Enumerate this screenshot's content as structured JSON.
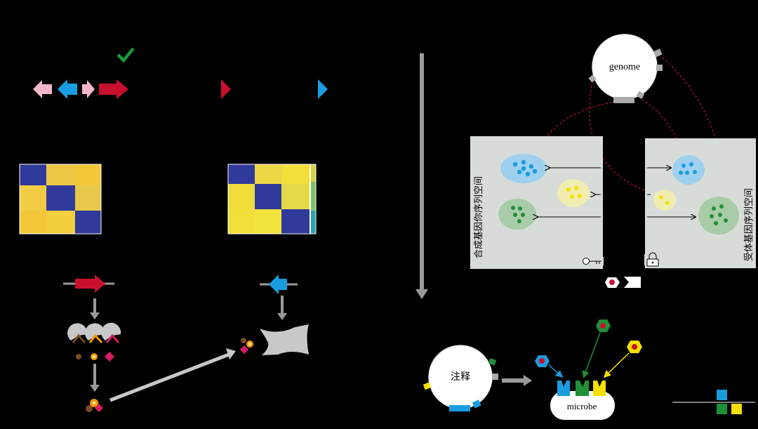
{
  "labels": {
    "genome": "genome",
    "annotation": "注释",
    "microbe": "microbe",
    "synthetic_space": "合成基因你序列空间",
    "receptor_space": "受体基因序列空间"
  },
  "colors": {
    "background": "#000000",
    "pink": "#f4b6c8",
    "blue": "#1a9de0",
    "red": "#c8102e",
    "green_check": "#1a9a3a",
    "yellow": "#f5e000",
    "green": "#1f8f3a",
    "brown": "#7a4a22",
    "orange": "#f59a00",
    "magenta": "#d81b60",
    "heatmap_dark": "#2f3a9a",
    "heatmap_light": "#f2c83a",
    "gray_panel": "#d8dcd8",
    "gray_arrow": "#9a9a9a"
  },
  "icons": [
    "check-icon",
    "key-icon",
    "lock-icon",
    "hexagon-icon",
    "flag-icon"
  ]
}
